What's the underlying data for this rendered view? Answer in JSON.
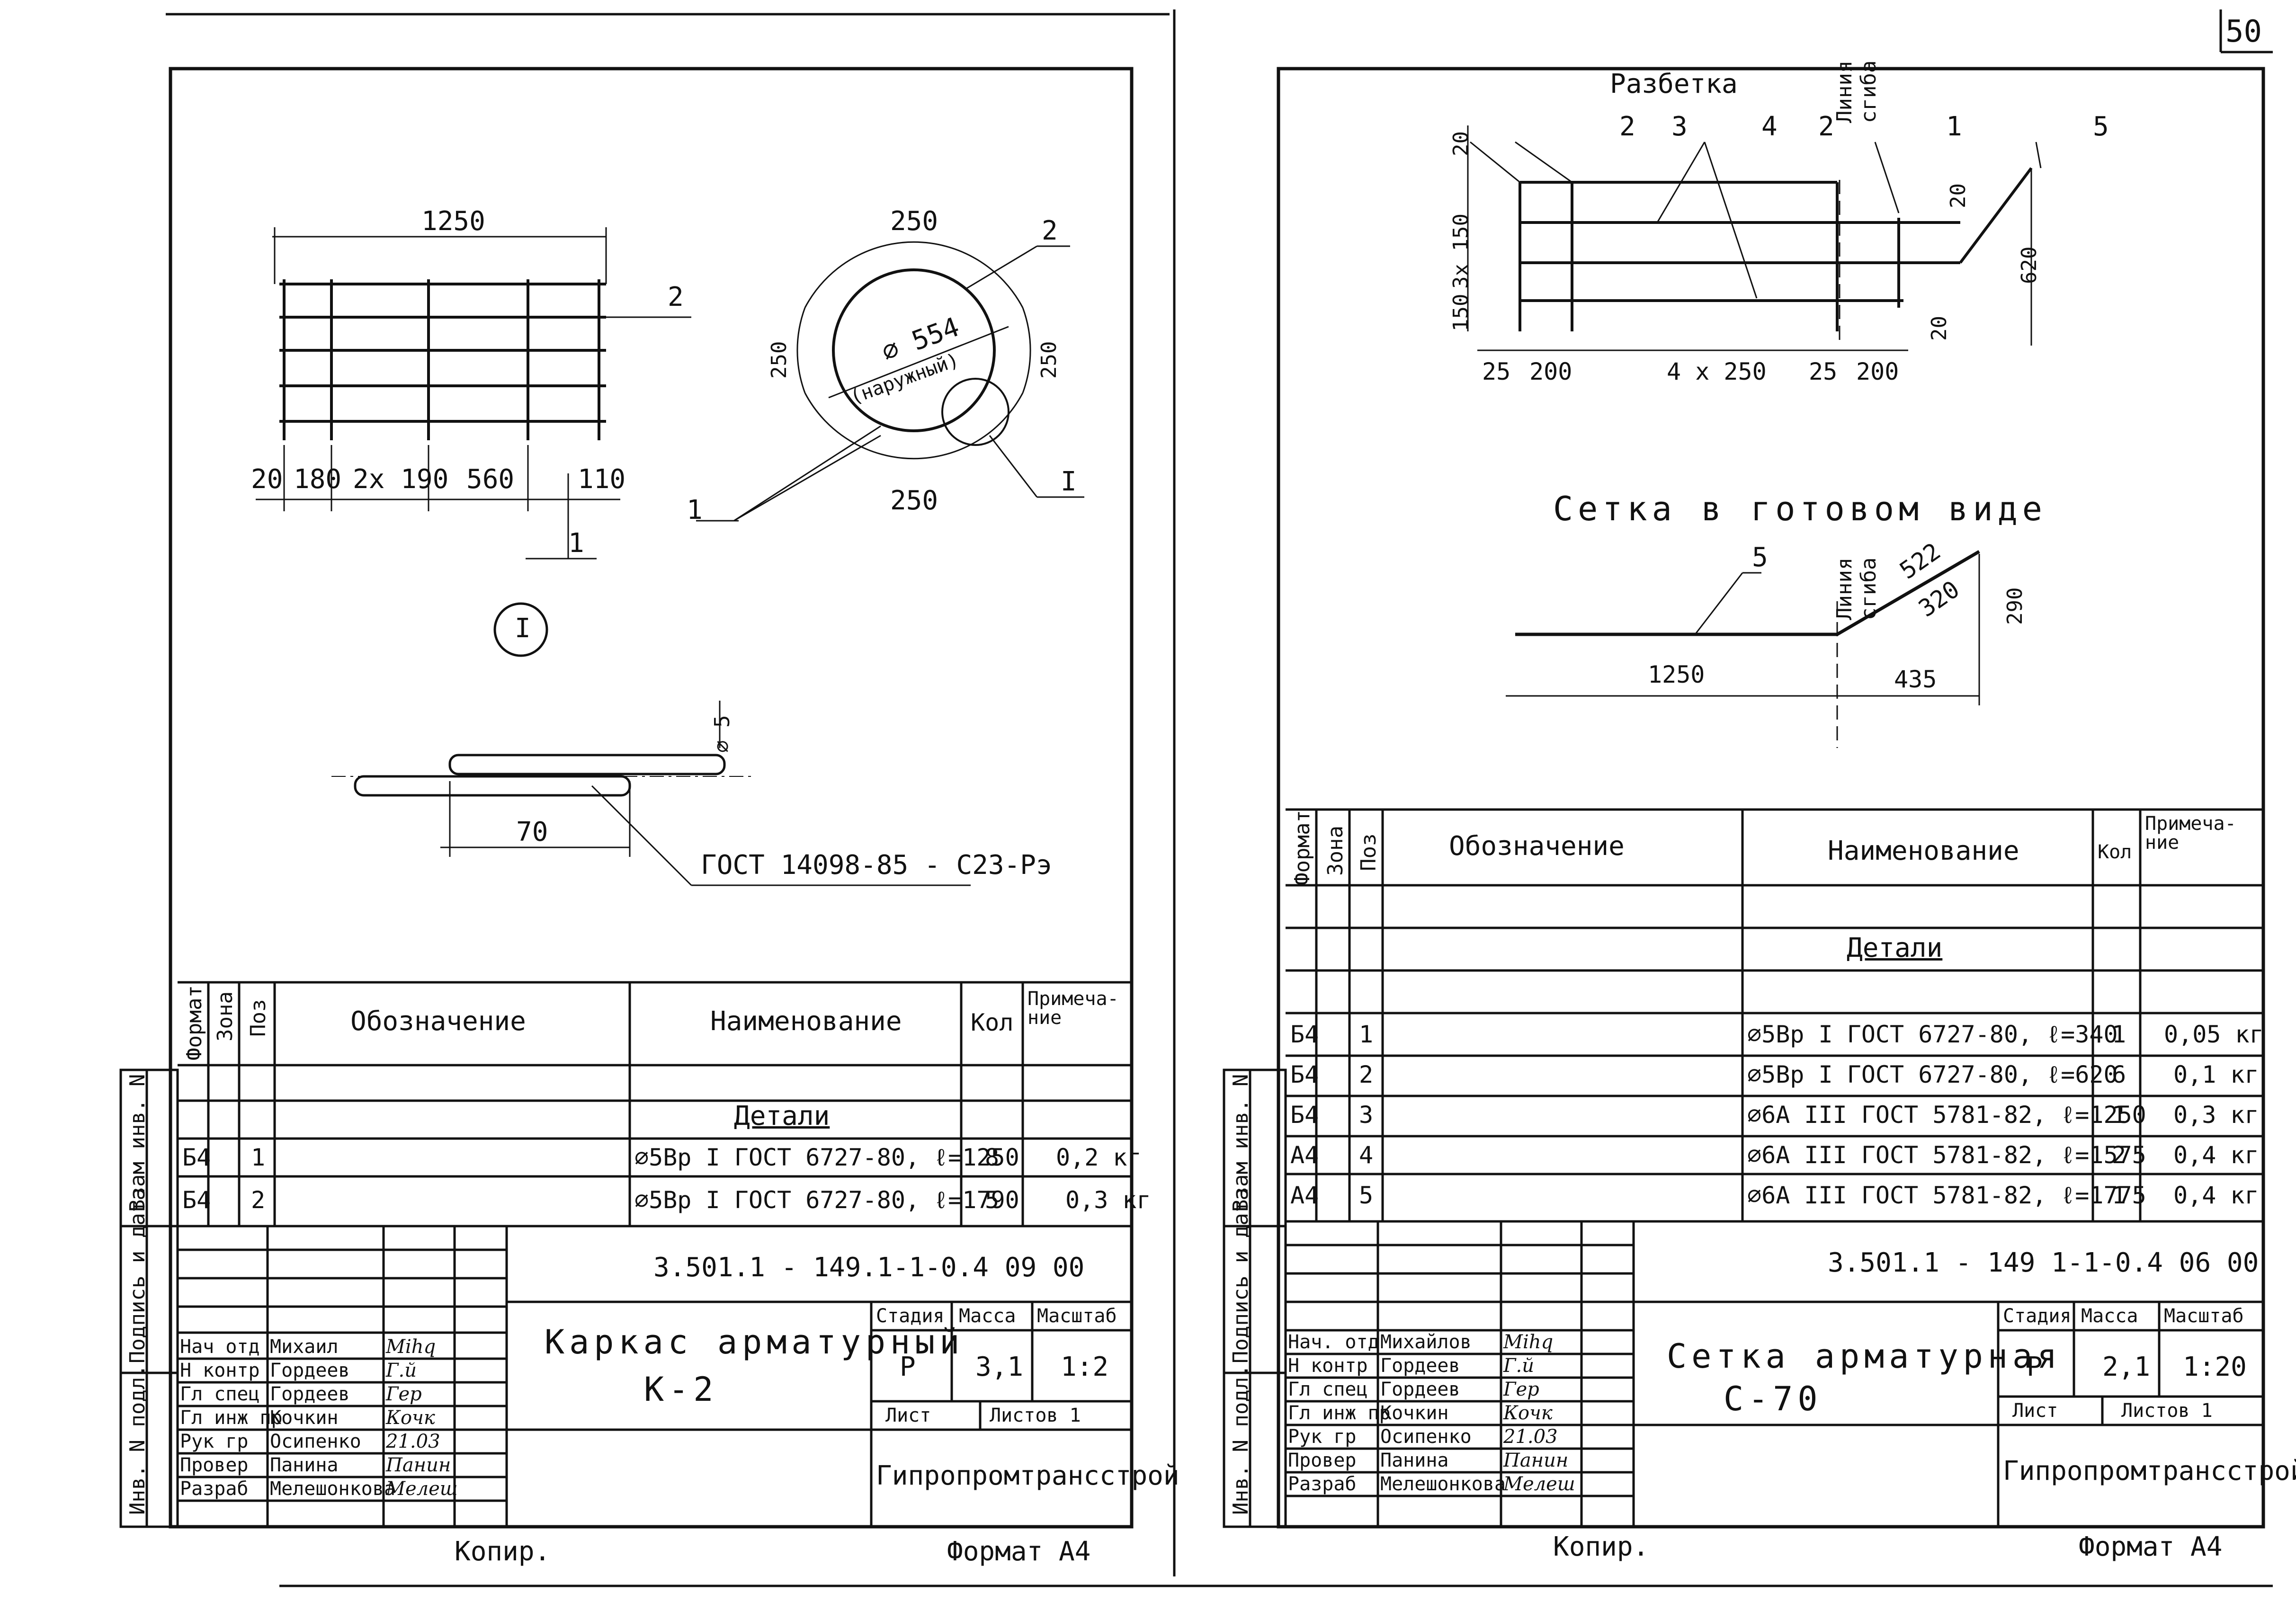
{
  "page_number": "50",
  "sheet_left": {
    "dims": {
      "overall": "1250",
      "seg_a": "20",
      "seg_b": "180",
      "seg_c": "2x 190",
      "seg_d": "560",
      "seg_e": "110",
      "callout_1": "1",
      "callout_2": "2",
      "callout_I": "I",
      "ring_250_top": "250",
      "ring_250_left": "250",
      "ring_250_right": "250",
      "ring_250_bottom": "250",
      "diameter": "⌀ 554",
      "diameter_note": "(наружный)",
      "node_mark": "I",
      "weld_dia": "⌀ 5",
      "weld_len": "70",
      "weld_gost": "ГОСТ 14098-85 - С23-Рэ"
    },
    "table": {
      "headers": [
        "Формат",
        "Зона",
        "Поз",
        "Обозначение",
        "Наименование",
        "Кол",
        "Примеча-ние"
      ],
      "section": "Детали",
      "rows": [
        {
          "format": "Б4",
          "pos": "1",
          "name": "⌀5Вр I ГОСТ 6727-80, ℓ=1250",
          "qty": "8",
          "note": "0,2 кг"
        },
        {
          "format": "Б4",
          "pos": "2",
          "name": "⌀5Вр I ГОСТ 6727-80, ℓ=1790",
          "qty": "5",
          "note": "0,3 кг"
        }
      ]
    },
    "side_labels": [
      "Взам инв. N",
      "Подпись и дата",
      "Инв. N подл."
    ],
    "code": "3.501.1 - 149.1-1-0.4 09 00",
    "title": "Каркас арматурный",
    "subtitle": "К-2",
    "stage_label": "Стадия",
    "mass_label": "Масса",
    "scale_label": "Масштаб",
    "stage": "Р",
    "mass": "3,1",
    "scale": "1:2",
    "sheet_label": "Лист",
    "sheets_label": "Листов 1",
    "org": "Гипропромтрансстрой",
    "staff": [
      {
        "role": "Нач отд",
        "name": "Михаил",
        "sig": "Mihq"
      },
      {
        "role": "Н контр",
        "name": "Гордеев",
        "sig": "Г.й"
      },
      {
        "role": "Гл спец",
        "name": "Гордеев",
        "sig": "Гер"
      },
      {
        "role": "Гл инж пр",
        "name": "Кочкин",
        "sig": "Кочк"
      },
      {
        "role": "Рук гр",
        "name": "Осипенко",
        "sig": "21.03"
      },
      {
        "role": "Провер",
        "name": "Панина",
        "sig": "Панин"
      },
      {
        "role": "Разраб",
        "name": "Мелешонкова",
        "sig": "Мелеш"
      }
    ],
    "copy": "Копир.",
    "format": "Формат А4"
  },
  "sheet_right": {
    "markup_title": "Разбетка",
    "bend_line": "Линия сгиба",
    "dims": {
      "d20a": "20",
      "d3x150": "3x 150",
      "d150": "150",
      "d25a": "25",
      "d200a": "200",
      "d4x250": "4 x 250",
      "d25b": "25",
      "d200b": "200",
      "d20b": "20",
      "d20c": "20",
      "d620": "620",
      "c2a": "2",
      "c3": "3",
      "c4": "4",
      "c2b": "2",
      "c1": "1",
      "c5": "5",
      "ready_title": "Сетка в готовом виде",
      "r5": "5",
      "r522": "522",
      "r320": "320",
      "r290": "290",
      "r1250": "1250",
      "r435": "435"
    },
    "table": {
      "headers": [
        "Формат",
        "Зона",
        "Поз",
        "Обозначение",
        "Наименование",
        "Кол",
        "Примеча-ние"
      ],
      "section": "Детали",
      "rows": [
        {
          "format": "Б4",
          "pos": "1",
          "name": "⌀5Вр I ГОСТ 6727-80, ℓ=340",
          "qty": "1",
          "note": "0,05 кг"
        },
        {
          "format": "Б4",
          "pos": "2",
          "name": "⌀5Вр I ГОСТ 6727-80, ℓ=620",
          "qty": "6",
          "note": "0,1 кг"
        },
        {
          "format": "Б4",
          "pos": "3",
          "name": "⌀6А III ГОСТ 5781-82, ℓ=1250",
          "qty": "1",
          "note": "0,3 кг"
        },
        {
          "format": "А4",
          "pos": "4",
          "name": "⌀6А III ГОСТ 5781-82, ℓ=1575",
          "qty": "2",
          "note": "0,4 кг"
        },
        {
          "format": "А4",
          "pos": "5",
          "name": "⌀6А III ГОСТ 5781-82, ℓ=1775",
          "qty": "1",
          "note": "0,4 кг"
        }
      ]
    },
    "side_labels": [
      "Взам инв. N",
      "Подпись и дата",
      "Инв. N подл."
    ],
    "code": "3.501.1 - 149 1-1-0.4 06 00",
    "title": "Сетка арматурная",
    "subtitle": "С-70",
    "stage_label": "Стадия",
    "mass_label": "Масса",
    "scale_label": "Масштаб",
    "stage": "Р",
    "mass": "2,1",
    "scale": "1:20",
    "sheet_label": "Лист",
    "sheets_label": "Листов 1",
    "org": "Гипропромтрансстрой",
    "staff": [
      {
        "role": "Нач. отд",
        "name": "Михайлов",
        "sig": "Mihq"
      },
      {
        "role": "Н контр",
        "name": "Гордеев",
        "sig": "Г.й"
      },
      {
        "role": "Гл спец",
        "name": "Гордеев",
        "sig": "Гер"
      },
      {
        "role": "Гл инж пр",
        "name": "Кочкин",
        "sig": "Кочк"
      },
      {
        "role": "Рук гр",
        "name": "Осипенко",
        "sig": "21.03"
      },
      {
        "role": "Провер",
        "name": "Панина",
        "sig": "Панин"
      },
      {
        "role": "Разраб",
        "name": "Мелешонкова",
        "sig": "Мелеш"
      }
    ],
    "copy": "Копир.",
    "format": "Формат А4"
  }
}
